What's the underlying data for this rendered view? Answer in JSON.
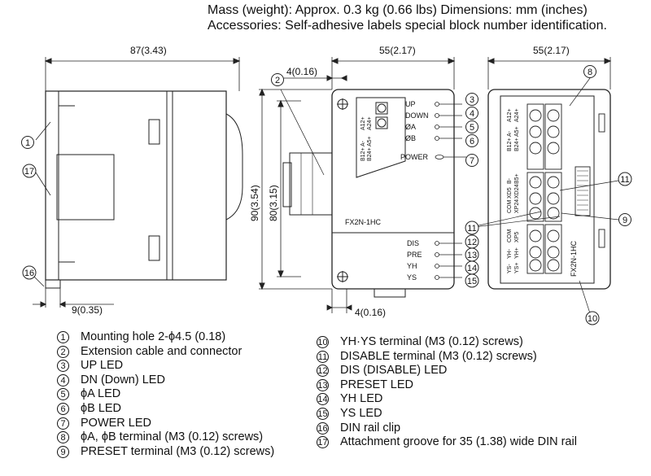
{
  "header": {
    "line1": "Mass (weight): Approx. 0.3 kg (0.66 lbs)   Dimensions: mm (inches)",
    "line2": "Accessories: Self-adhesive labels special block number identification."
  },
  "dimensions": {
    "side_width": "87(3.43)",
    "front_width": "55(2.17)",
    "back_width": "55(2.17)",
    "connector_offset": "4(0.16)",
    "bottom_offset": "4(0.16)",
    "overall_height": "90(3.54)",
    "inner_height": "80(3.15)",
    "rail_offset": "9(0.35)"
  },
  "front_panel": {
    "model": "FX2N-1HC",
    "terminal_labels": [
      "A12+",
      "A-",
      "A24+",
      "A5+",
      "B12+",
      "B24+"
    ],
    "leds_top": [
      "UP",
      "DOWN",
      "ØA",
      "ØB"
    ],
    "power_label": "POWER",
    "leds_bottom": [
      "DIS",
      "PRE",
      "YH",
      "YS"
    ]
  },
  "back_panel": {
    "model": "FX2N-1HC",
    "terminal_labels_upper": [
      "A12+",
      "A-",
      "A24+",
      "A5+",
      "B12+",
      "B24+"
    ],
    "terminal_labels_mid": [
      "B-",
      "B5+",
      "XD5",
      "XD24",
      "COM",
      "XP24"
    ],
    "terminal_labels_low": [
      "COM",
      "XP5",
      "YH-",
      "YH+",
      "YS-",
      "YS+"
    ]
  },
  "callouts": [
    "1",
    "2",
    "3",
    "4",
    "5",
    "6",
    "7",
    "8",
    "9",
    "10",
    "11",
    "12",
    "13",
    "14",
    "15",
    "16",
    "17"
  ],
  "legend": {
    "left": [
      {
        "num": "1",
        "text": "Mounting hole 2-ϕ4.5 (0.18)"
      },
      {
        "num": "2",
        "text": "Extension cable and connector"
      },
      {
        "num": "3",
        "text": "UP LED"
      },
      {
        "num": "4",
        "text": "DN (Down) LED"
      },
      {
        "num": "5",
        "text": "ϕA LED"
      },
      {
        "num": "6",
        "text": "ϕB LED"
      },
      {
        "num": "7",
        "text": "POWER LED"
      },
      {
        "num": "8",
        "text": "ϕA, ϕB terminal (M3 (0.12) screws)"
      },
      {
        "num": "9",
        "text": "PRESET terminal (M3 (0.12) screws)"
      }
    ],
    "right": [
      {
        "num": "10",
        "text": "YH·YS terminal (M3 (0.12) screws)"
      },
      {
        "num": "11",
        "text": "DISABLE terminal (M3 (0.12) screws)"
      },
      {
        "num": "12",
        "text": "DIS (DISABLE) LED"
      },
      {
        "num": "13",
        "text": "PRESET LED"
      },
      {
        "num": "14",
        "text": "YH LED"
      },
      {
        "num": "15",
        "text": "YS LED"
      },
      {
        "num": "16",
        "text": "DIN rail clip"
      },
      {
        "num": "17",
        "text": "Attachment groove for 35 (1.38) wide DIN rail"
      }
    ]
  }
}
